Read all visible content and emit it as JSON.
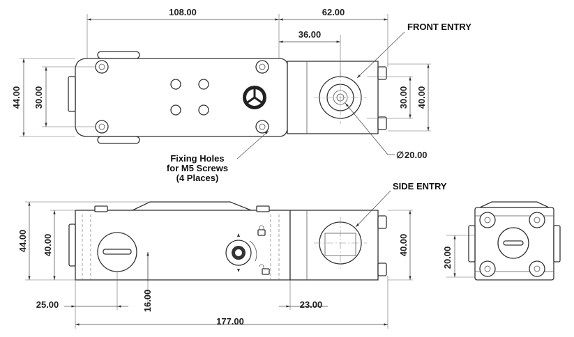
{
  "top_view": {
    "dims": {
      "length_108": "108.00",
      "length_62": "62.00",
      "length_36": "36.00",
      "height_44": "44.00",
      "height_30_left": "30.00",
      "height_30_right": "30.00",
      "height_40": "40.00",
      "diameter_20": "20.00",
      "diameter_symbol": "∅"
    },
    "labels": {
      "front_entry": "FRONT ENTRY",
      "fixing_line1": "Fixing Holes",
      "fixing_line2": "for M5 Screws",
      "fixing_line3": "(4 Places)"
    }
  },
  "side_view": {
    "dims": {
      "height_44": "44.00",
      "height_40_left": "40.00",
      "height_40_right": "40.00",
      "offset_25": "25.00",
      "offset_16": "16.00",
      "offset_23": "23.00",
      "length_177": "177.00"
    },
    "labels": {
      "side_entry": "SIDE ENTRY"
    }
  },
  "end_view": {
    "dims": {
      "height_20": "20.00"
    }
  },
  "colors": {
    "line": "#333333",
    "background": "#ffffff"
  }
}
